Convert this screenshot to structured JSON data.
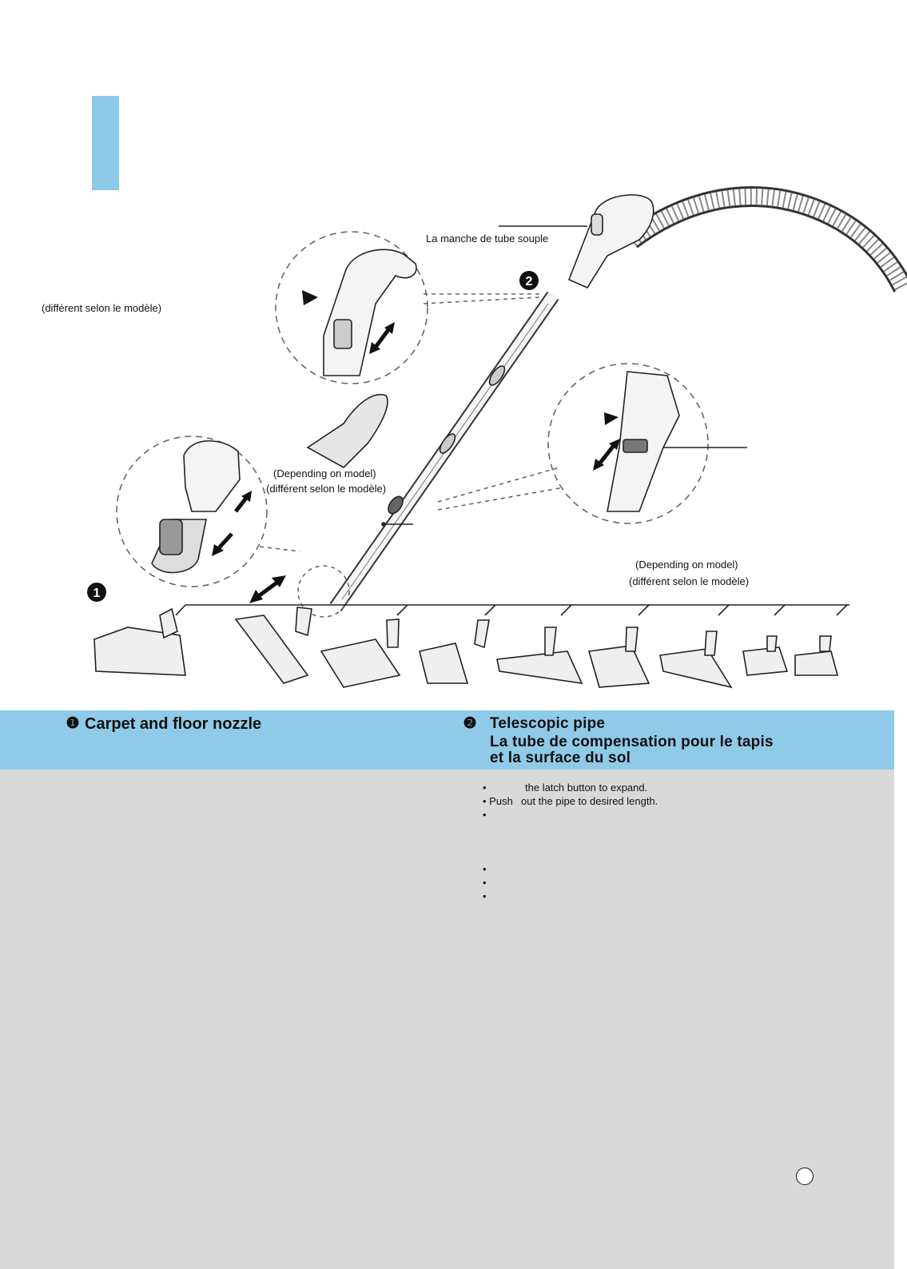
{
  "labels": {
    "handle": "La manche de tube souple",
    "depending_left": "(différent selon le modèle)",
    "depending_center_en": "(Depending on model)",
    "depending_center_fr": "(différent selon le modèle)",
    "depending_right_en": "(Depending on model)",
    "depending_right_fr": "(différent selon le modèle)",
    "callout_1": "1",
    "callout_2": "2"
  },
  "sections": {
    "left": {
      "number": "❶",
      "title": "Carpet and floor nozzle"
    },
    "right": {
      "number": "❷",
      "title": "Telescopic pipe",
      "subtitle_line1": "La tube de compensation pour le tapis",
      "subtitle_line2": "et la surface du sol"
    }
  },
  "bullets": [
    {
      "marker": "•",
      "text": "the latch button to expand."
    },
    {
      "marker": "• Push",
      "text": "out the pipe to desired length."
    },
    {
      "marker": "•",
      "text": ""
    },
    {
      "marker": "",
      "text": ""
    },
    {
      "marker": "",
      "text": ""
    },
    {
      "marker": "",
      "text": ""
    },
    {
      "marker": "•",
      "text": ""
    },
    {
      "marker": "•",
      "text": ""
    },
    {
      "marker": "•",
      "text": ""
    }
  ],
  "colors": {
    "accent_blue": "#8ec9e8",
    "body_gray": "#d9d9d9"
  },
  "icons": [
    "arrow-icon",
    "hand-icon",
    "nozzle-icon"
  ]
}
